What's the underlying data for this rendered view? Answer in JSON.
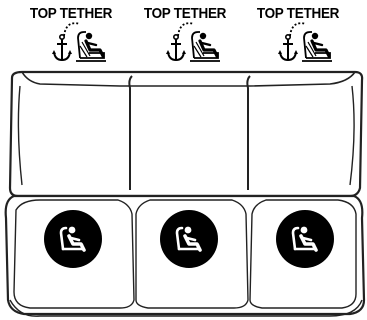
{
  "seats": [
    {
      "label": "TOP TETHER",
      "anchor_icon": "anchor-icon",
      "child_seat_icon": "child-seat-icon",
      "lower_anchor_icon": "isofix-child-seat-icon"
    },
    {
      "label": "TOP TETHER",
      "anchor_icon": "anchor-icon",
      "child_seat_icon": "child-seat-icon",
      "lower_anchor_icon": "isofix-child-seat-icon"
    },
    {
      "label": "TOP TETHER",
      "anchor_icon": "anchor-icon",
      "child_seat_icon": "child-seat-icon",
      "lower_anchor_icon": "isofix-child-seat-icon"
    }
  ],
  "colors": {
    "line": "#222222",
    "fill": "#ffffff",
    "badge": "#000000"
  }
}
